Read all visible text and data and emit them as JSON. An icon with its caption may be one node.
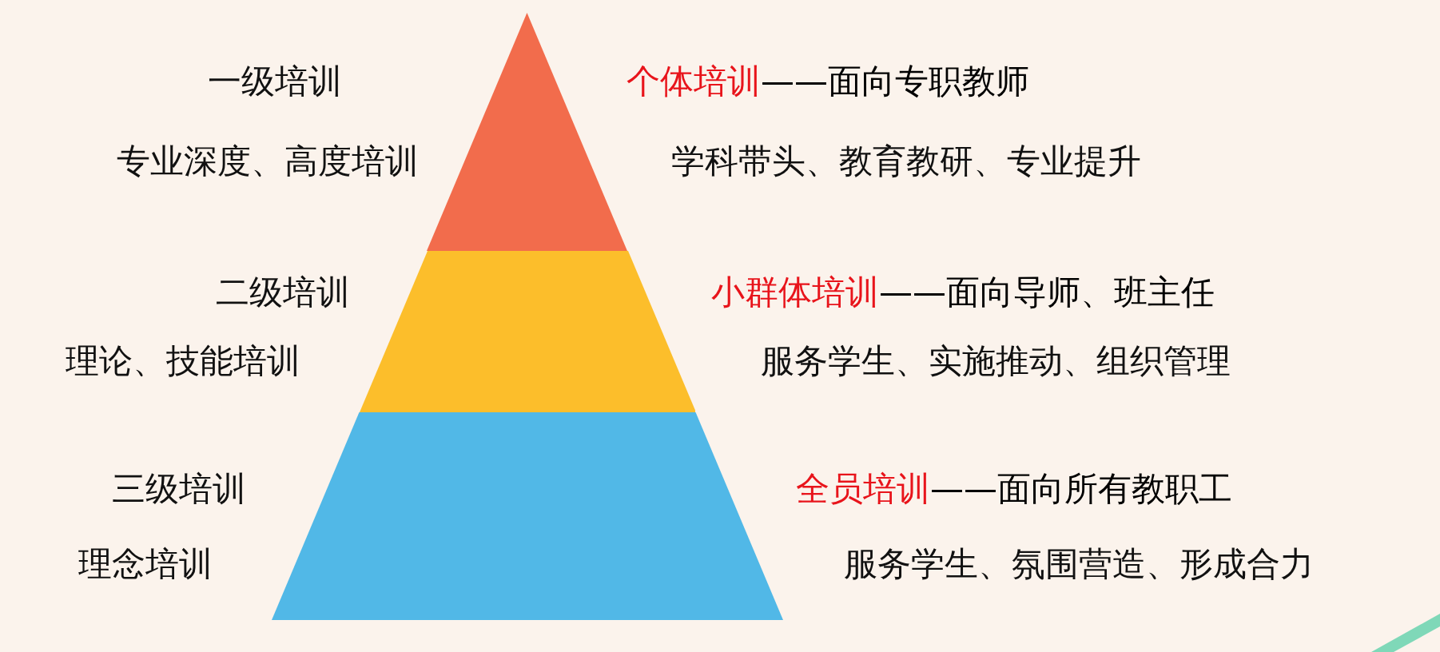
{
  "diagram": {
    "nodes": [
      {
        "text": [],
        "shape": "triangle",
        "beside": [
          "一级培训",
          "专业深度、高度培训",
          "个体培训",
          "——面向专职教师",
          "学科带头、教育教研、专业提升"
        ]
      },
      {
        "text": [],
        "shape": "trapezoid",
        "beside": [
          "二级培训",
          "理论、技能培训",
          "小群体培训",
          "——面向导师、班主任",
          "服务学生、实施推动、组织管理"
        ]
      },
      {
        "text": [],
        "shape": "trapezoid",
        "beside": [
          "三级培训",
          "理念培训",
          "全员培训",
          "——面向所有教职工",
          "服务学生、氛围营造、形成合力"
        ]
      }
    ],
    "edges": []
  }
}
